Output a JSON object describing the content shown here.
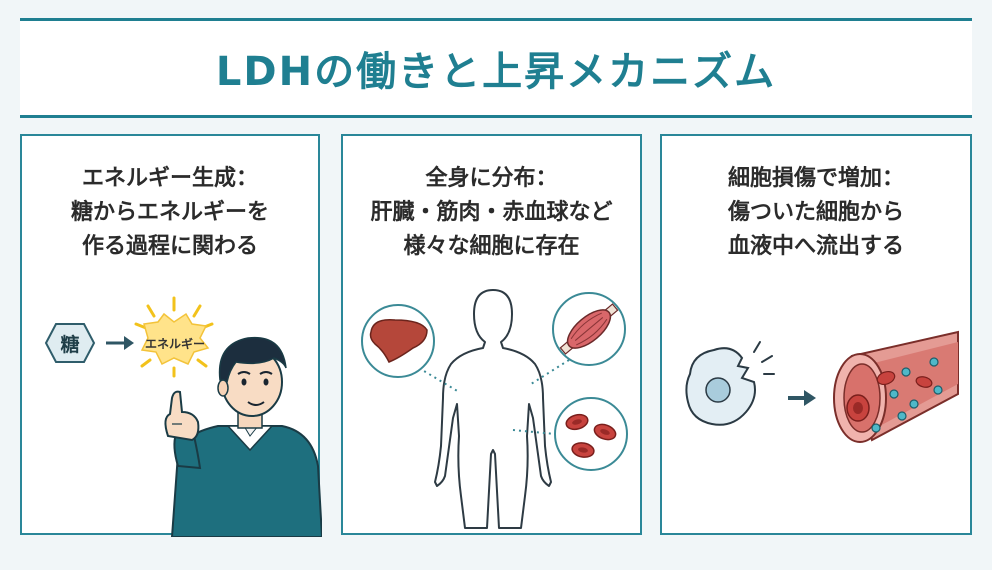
{
  "title": "LDHの働きと上昇メカニズム",
  "panels": [
    {
      "caption_lines": [
        "エネルギー生成：",
        "糖からエネルギーを",
        "作る過程に関わる"
      ],
      "sugar_label": "糖",
      "energy_label": "エネルギー",
      "icons": [
        "sugar-hexagon-icon",
        "arrow-right-icon",
        "energy-burst-icon",
        "person-pointing-icon"
      ]
    },
    {
      "caption_lines": [
        "全身に分布：",
        "肝臓・筋肉・赤血球など",
        "様々な細胞に存在"
      ],
      "icons": [
        "body-outline-icon",
        "liver-icon",
        "muscle-icon",
        "red-blood-cells-icon"
      ]
    },
    {
      "caption_lines": [
        "細胞損傷で増加：",
        "傷ついた細胞から",
        "血液中へ流出する"
      ],
      "icons": [
        "damaged-cell-icon",
        "arrow-right-icon",
        "blood-vessel-icon"
      ]
    }
  ],
  "colors": {
    "accent": "#1f7f91",
    "panel_border": "#2a8799",
    "background": "#f1f6f8",
    "liver": "#b5473a",
    "blood_red": "#c8433e",
    "energy_yellow": "#ffe38a",
    "sweater": "#1e6f7e"
  }
}
